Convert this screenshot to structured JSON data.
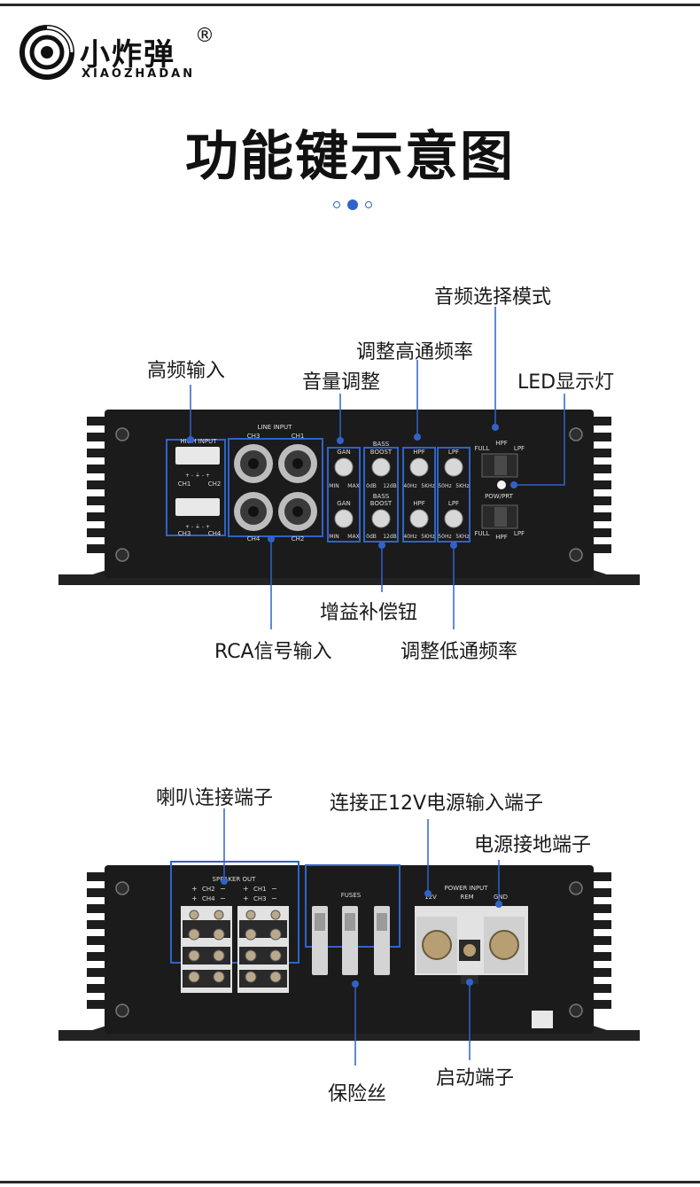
{
  "brand": {
    "name": "小炸弹",
    "registered_mark": "®",
    "pinyin": "XIAOZHADAN"
  },
  "title": "功能键示意图",
  "pager": {
    "count": 3,
    "active": 2
  },
  "colors": {
    "accent": "#2f63c9",
    "panel": "#1b1b1b",
    "text": "#1a1a1a"
  },
  "front_panel": {
    "callouts": {
      "audio_mode": "音频选择模式",
      "hpf_adjust": "调整高通频率",
      "high_input": "高频输入",
      "volume": "音量调整",
      "led": "LED显示灯",
      "bass_boost": "增益补偿钮",
      "rca_input": "RCA信号输入",
      "lpf_adjust": "调整低通频率"
    },
    "labels": {
      "line_input": "LINE INPUT",
      "high_input": "HIGH INPUT",
      "ch3_top": "CH3",
      "ch1_top": "CH1",
      "ch4_bottom": "CH4",
      "ch2_bottom": "CH2",
      "hi_ch1": "CH1",
      "hi_ch2": "CH2",
      "hi_ch3": "CH3",
      "hi_ch4": "CH4",
      "hi_signs_top": "+  -  ⏚  -  +",
      "hi_signs_bottom": "+  -  ⏚  -  +",
      "gain1": "GAN",
      "gain2": "GAN",
      "min1": "MIN",
      "max1": "MAX",
      "min2": "MIN",
      "max2": "MAX",
      "bass1": "BASS",
      "boost1": "BOOST",
      "bass2": "BASS",
      "boost2": "BOOST",
      "db0_1": "0dB",
      "db12_1": "12dB",
      "db0_2": "0dB",
      "db12_2": "12dB",
      "hpf1": "HPF",
      "hpf2": "HPF",
      "hpf_min1": "40Hz",
      "hpf_max1": "5KHz",
      "hpf_min2": "40Hz",
      "hpf_max2": "5KHz",
      "lpf1": "LPF",
      "lpf2": "LPF",
      "lpf_min1": "50Hz",
      "lpf_max1": "5KHz",
      "lpf_min2": "50Hz",
      "lpf_max2": "5KHz",
      "full1": "FULL",
      "hpf_sw1": "HPF",
      "lpf_sw1": "LPF",
      "full2": "FULL",
      "hpf_sw2": "HPF",
      "lpf_sw2": "LPF",
      "pow_prt": "POW/PRT"
    }
  },
  "rear_panel": {
    "callouts": {
      "speaker": "喇叭连接端子",
      "power_input": "连接正12V电源输入端子",
      "ground": "电源接地端子",
      "fuse": "保险丝",
      "remote": "启动端子"
    },
    "labels": {
      "speaker_out": "SPEAKER OUT",
      "ch2": "CH2",
      "ch4": "CH4",
      "ch1": "CH1",
      "ch3": "CH3",
      "plus_a": "+",
      "plus_b": "+",
      "plus_c": "+",
      "plus_d": "+",
      "minus_a": "−",
      "minus_b": "−",
      "minus_c": "−",
      "minus_d": "−",
      "fuses": "FUSES",
      "power_input": "POWER INPUT",
      "v12": "12V",
      "rem": "REM",
      "gnd": "GND"
    }
  }
}
